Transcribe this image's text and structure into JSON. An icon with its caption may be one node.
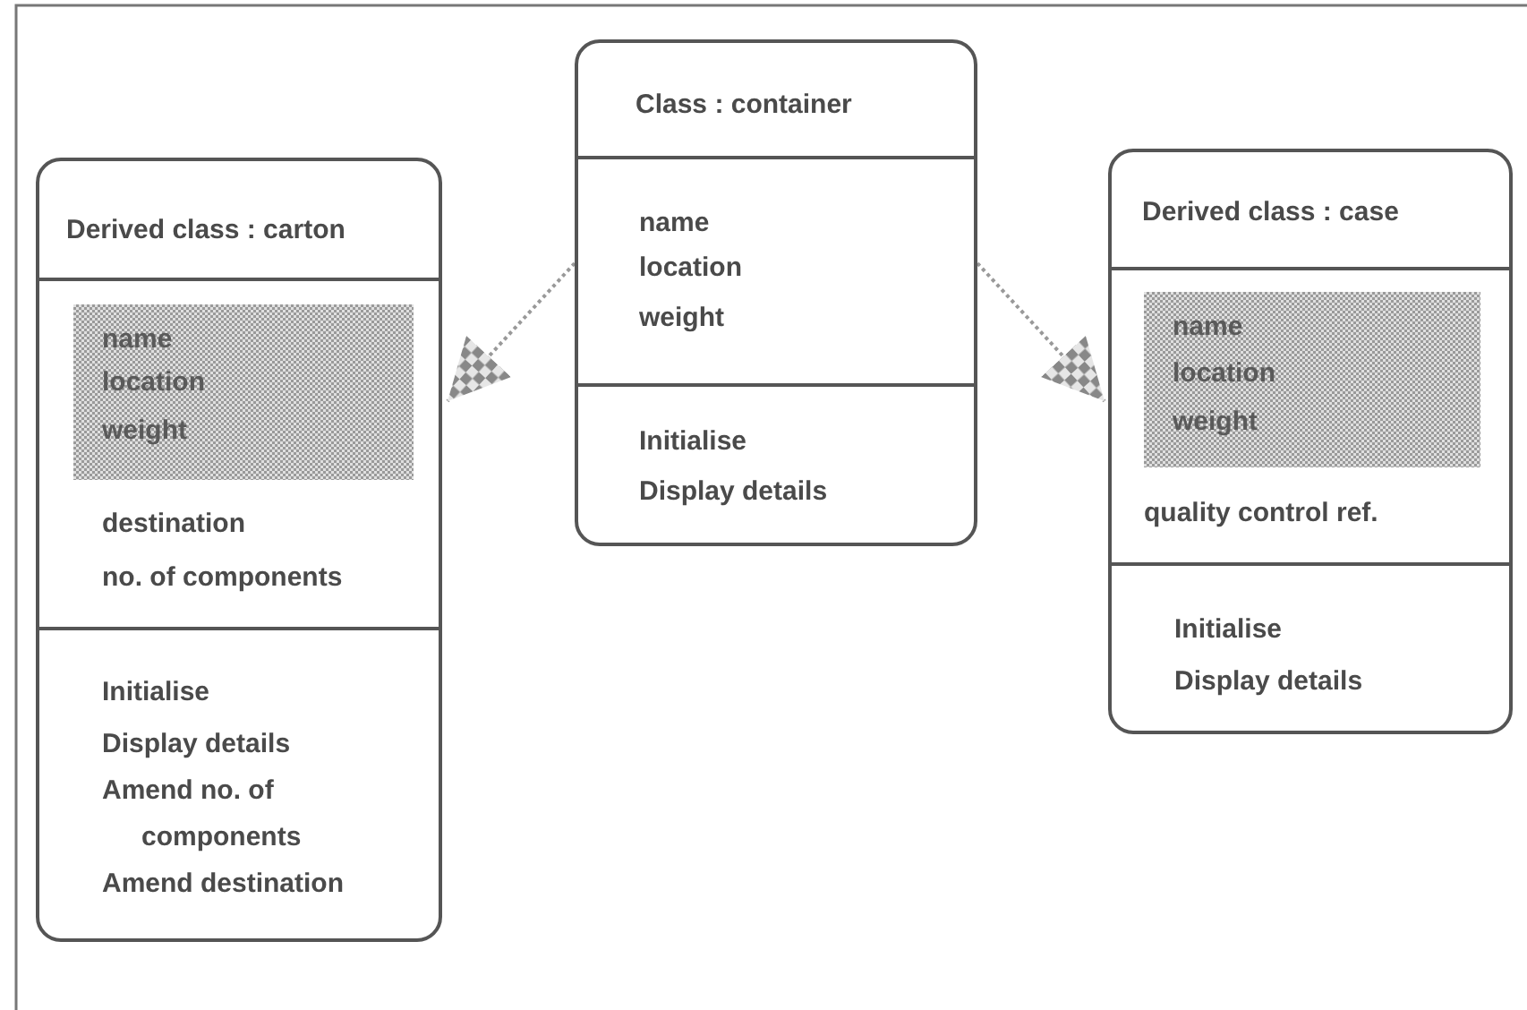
{
  "diagram": {
    "nodes": [
      {
        "text": [
          "Class : container",
          "name",
          "location",
          "weight",
          "Initialise",
          "Display details"
        ]
      },
      {
        "text": [
          "Derived class : carton",
          "destination",
          "no. of components",
          "Initialise",
          "Display details",
          "Amend no. of components",
          "Amend destination"
        ]
      },
      {
        "text": [
          "name",
          "location",
          "weight"
        ],
        "in": 1
      },
      {
        "text": [
          "Derived class : case",
          "quality control ref.",
          "Initialise",
          "Display details"
        ]
      },
      {
        "text": [
          "name",
          "location",
          "weight"
        ],
        "in": 3
      }
    ],
    "edges": [
      {
        "from": 0,
        "to": 1,
        "arrow": "to",
        "style": "dashed"
      },
      {
        "from": 0,
        "to": 3,
        "arrow": "to",
        "style": "dashed"
      }
    ]
  }
}
